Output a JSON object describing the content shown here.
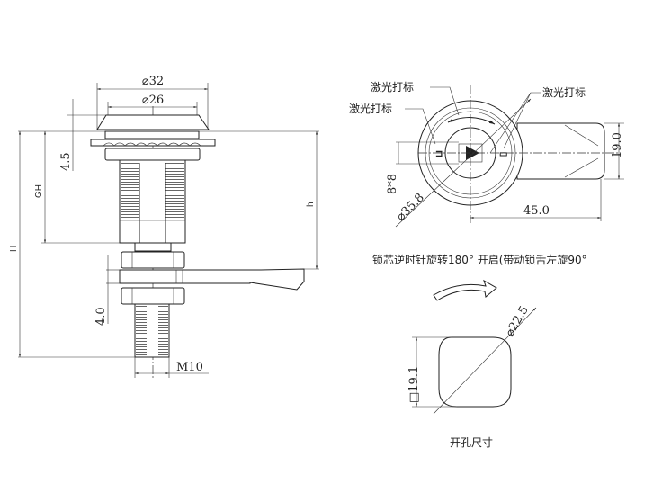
{
  "side_view": {
    "dia_outer": "⌀32",
    "dia_inner": "⌀26",
    "dim_flange": "4.5",
    "dim_gh": "GH",
    "dim_h_total": "H",
    "dim_h": "h",
    "dim_cam": "4.0",
    "thread": "M10"
  },
  "top_view": {
    "laser_mark_1": "激光打标",
    "laser_mark_2": "激光打标",
    "laser_mark_3": "激光打标",
    "dim_square": "8*8",
    "dim_dia": "⌀35.8",
    "dim_width": "19.0",
    "dim_length": "45.0"
  },
  "caption": "锁芯逆时针旋转180°  开启(带动锁舌左旋90°",
  "cutout": {
    "dim_dia": "⌀22.5",
    "dim_flat": "□19.1",
    "title": "开孔尺寸"
  }
}
